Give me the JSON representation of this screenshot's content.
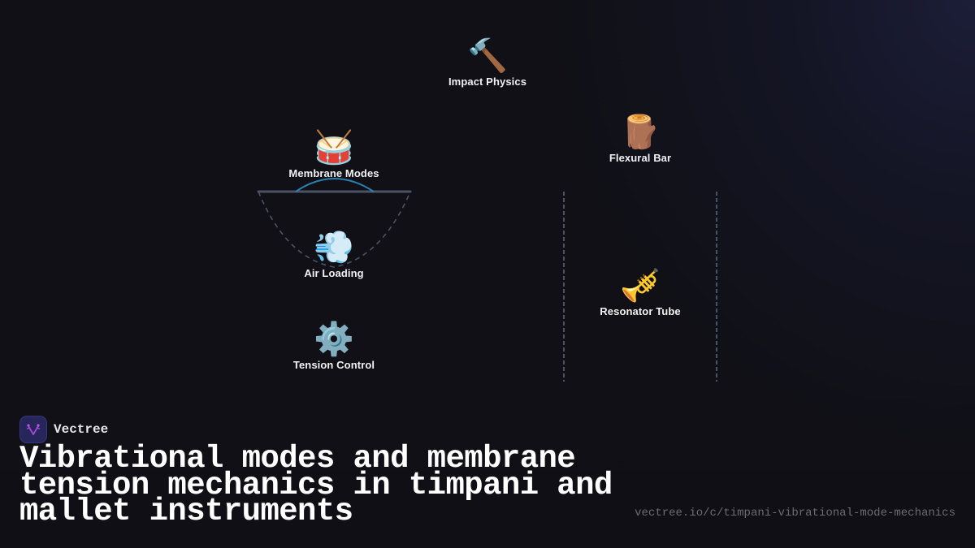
{
  "colors": {
    "background": "#101016",
    "glow": "#1e203e",
    "connector": "#4a5366",
    "membrane_arc": "#2a7fb0",
    "label": "#f1f1f4",
    "title": "#ffffff",
    "url": "#6b6b72",
    "brand_logo_bg": "#27265a",
    "brand_logo_glyph": "#a64bd6"
  },
  "diagram": {
    "nodes": [
      {
        "id": "impact-physics",
        "label": "Impact Physics",
        "icon": "hammer-icon",
        "glyph": "🔨"
      },
      {
        "id": "membrane-modes",
        "label": "Membrane Modes",
        "icon": "drum-icon",
        "glyph": "🥁"
      },
      {
        "id": "flexural-bar",
        "label": "Flexural Bar",
        "icon": "wood-log-icon",
        "glyph": "🪵"
      },
      {
        "id": "air-loading",
        "label": "Air Loading",
        "icon": "wind-puff-icon",
        "glyph": "💨"
      },
      {
        "id": "resonator-tube",
        "label": "Resonator Tube",
        "icon": "trumpet-icon",
        "glyph": "🎺"
      },
      {
        "id": "tension-control",
        "label": "Tension Control",
        "icon": "gear-icon",
        "glyph": "⚙️"
      }
    ]
  },
  "brand": {
    "name": "Vectree",
    "logo_icon": "vectree-logo-icon"
  },
  "title": "Vibrational modes and membrane tension mechanics in timpani and mallet instruments",
  "url": "vectree.io/c/timpani-vibrational-mode-mechanics"
}
